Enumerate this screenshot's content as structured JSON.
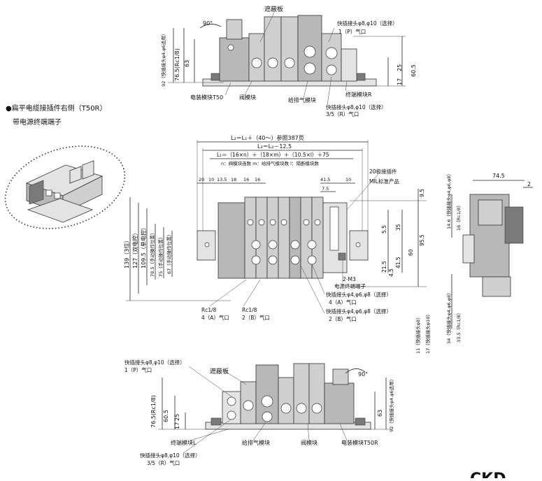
{
  "top_view": {
    "angle": "90°",
    "cover_plate": "遮蔽板",
    "quick_joint_p": "快插接头φ8,φ10（选择）",
    "port_p": "1（P）气口",
    "dim_63": "63",
    "dim_765": "76.5(Rc1/8)",
    "dim_92": "92（快插接头φ4,φ6适用）",
    "dim_25": "25",
    "dim_605": "60.5",
    "dim_17": "17",
    "label_elec": "电装模块T50",
    "label_valve": "阀模块",
    "label_supply": "给排气模块",
    "label_end": "终端模块R",
    "quick_joint_r": "快插接头φ8,φ10（选择）",
    "port_r": "3/5（R）气口"
  },
  "heading": {
    "title": "●扁平电缆接插件右侧（T50R）",
    "subtitle": "带电源终端端子"
  },
  "main_view": {
    "l2": "L₂＝L₁＋（40～）参照387页",
    "l3": "L₃＝L₂－12.5",
    "l1": "L₁＝（16×n）＋（18×m）＋（10.5×l）＋75",
    "legend": "n：阀模块连数  m：给排气模块数  l：隔断模块数",
    "d20": "20",
    "d10": "10",
    "d135": "13.5",
    "d18": "18",
    "d16": "16",
    "d16b": "16",
    "d415": "41.5",
    "d10b": "10",
    "d75": "7.5",
    "connector": "20极接插件",
    "mil": "MIL标准产品",
    "d95": "9.5",
    "d55": "5.5",
    "d35": "35",
    "d955": "95.5",
    "d60": "60",
    "d415b": "41.5",
    "d215": "21.5",
    "d45": "4.5",
    "h139": "139（3位）",
    "h127": "127（双电控）",
    "h1095": "109.5（单电控）",
    "h785": "78.5（手动操作位置）",
    "h75": "75（手动操作位置）",
    "h67": "67（手动操作位置）",
    "m3": "2-M3",
    "power_terminal": "电源终端端子",
    "qj_a": "快插接头φ4,φ6,φ8（选择）",
    "port_a": "4（A）气口",
    "qj_b": "快插接头φ4,φ6,φ8（选择）",
    "port_b": "2（B）气口",
    "rc_a": "Rc1/8",
    "rc_a_port": "4（A）气口",
    "rc_b": "Rc1/8",
    "rc_b_port": "2（B）气口",
    "v11": "11（快插接头φ8）",
    "v17": "17（快插接头φ10）"
  },
  "side_view": {
    "d745": "74.5",
    "d2": "2",
    "d146": "14.6（快插接头φ4,φ6,φ8）",
    "d16": "16（Rc1/8）",
    "d34": "34（快插接头φ4,φ6,φ8）",
    "d335": "33.5（Rc1/8）"
  },
  "bottom_view": {
    "quick_joint_p": "快插接头φ8,φ10（选择）",
    "port_p": "1（P）气口",
    "cover_plate": "遮蔽板",
    "angle": "90°",
    "dim_765": "76.5(Rc1/8)",
    "dim_605": "60.5",
    "dim_25": "25",
    "dim_17": "17",
    "dim_63": "63",
    "dim_92": "92（快插接头φ4,φ6适用）",
    "label_end": "终端模块L",
    "label_supply": "给排气模块",
    "label_valve": "阀模块",
    "label_elec": "电装模块T50R",
    "quick_joint_r": "快插接头φ8,φ10（选择）",
    "port_r": "3/5（R）气口"
  },
  "brand": "CKD"
}
